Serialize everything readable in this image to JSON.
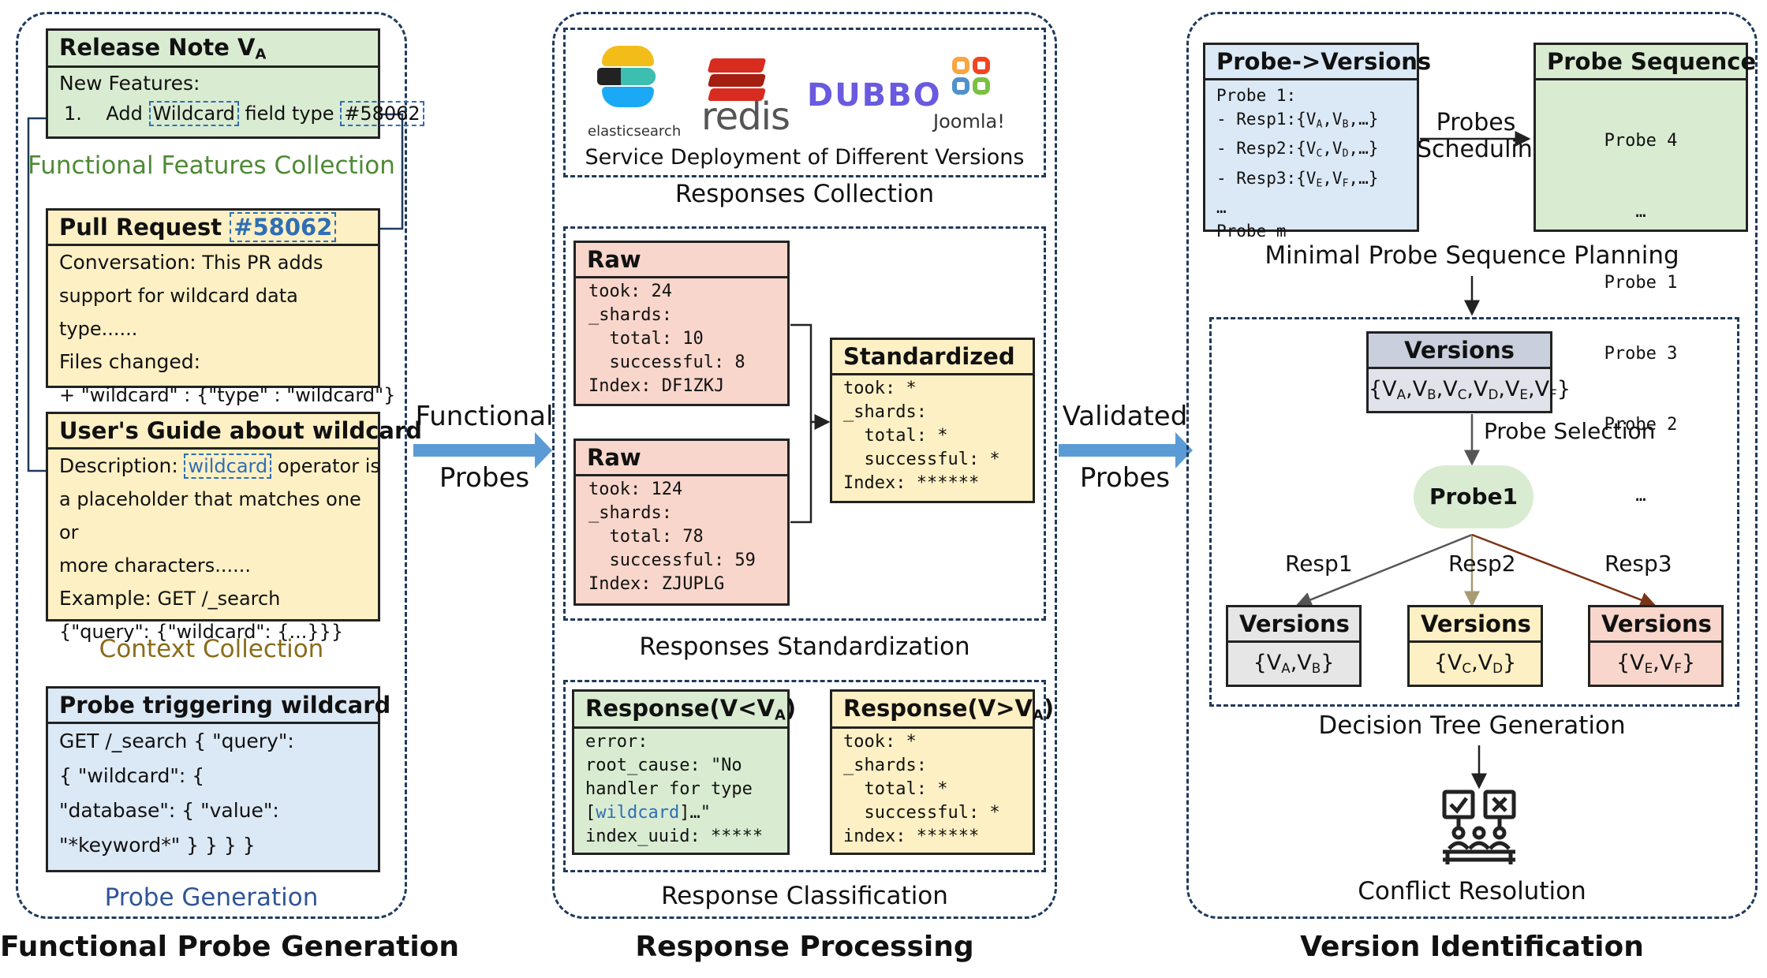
{
  "sections": {
    "left_title": "Functional Probe Generation",
    "mid_title": "Response Processing",
    "right_title": "Version Identification"
  },
  "release_note": {
    "title": "Release Note V",
    "title_sub": "A",
    "line1": "New Features:",
    "item_num": "1.",
    "item_add": "Add",
    "item_hl": "Wildcard",
    "item_rest": "field type",
    "item_pr": "#58062"
  },
  "caption_functional": "Functional Features Collection",
  "pull_request": {
    "title": "Pull Request",
    "pr": "#58062",
    "conv_label": "Conversation:",
    "conv_text": "This PR adds",
    "conv_text2": "support for wildcard data type......",
    "files_label": "Files changed:",
    "files_text": "+ \"wildcard\" : {\"type\" : \"wildcard\"}"
  },
  "user_guide": {
    "title": "User's Guide about wildcard",
    "desc_label": "Description:",
    "desc_hl": "wildcard",
    "desc_text": "operator is",
    "desc_text2": "a placeholder that matches one or",
    "desc_text3": "more characters......",
    "example_label": "Example:",
    "example_text": "GET /_search",
    "example_text2": "{\"query\": {\"wildcard\": {...}}}"
  },
  "caption_context": "Context Collection",
  "probe_box": {
    "title": "Probe triggering wildcard",
    "line1": "GET /_search { \"query\":",
    "line2": "{ \"wildcard\": {",
    "line3": "\"database\": { \"value\":",
    "line4": "\"*keyword*\" } } } }"
  },
  "caption_probe_gen": "Probe Generation",
  "arrow1": {
    "line1": "Functional",
    "line2": "Probes"
  },
  "arrow2": {
    "line1": "Validated",
    "line2": "Probes"
  },
  "logos": {
    "elastic": "elasticsearch",
    "redis": "redis",
    "dubbo": "DUBBO",
    "joomla": "Joomla!"
  },
  "service_caption": "Service Deployment of Different Versions",
  "caption_responses_collection": "Responses Collection",
  "raw1": {
    "title": "Raw",
    "body": "took: 24\n_shards:\n  total: 10\n  successful: 8\nIndex: DF1ZKJ"
  },
  "raw2": {
    "title": "Raw",
    "body": "took: 124\n_shards:\n  total: 78\n  successful: 59\nIndex: ZJUPLG"
  },
  "standardized": {
    "title": "Standardized",
    "body": "took: *\n_shards:\n  total: *\n  successful: *\nIndex: ******"
  },
  "caption_standardization": "Responses Standardization",
  "resp_lt": {
    "title": "Response(V<V",
    "title_sub": "A",
    "title_end": ")",
    "body1": "error:\nroot_cause: \"No\nhandler for type\n[",
    "body_hl": "wildcard",
    "body2": "]…\"\nindex_uuid: *****"
  },
  "resp_gt": {
    "title": "Response(V>V",
    "title_sub": "A",
    "title_end": ")",
    "body": "took: *\n_shards:\n  total: *\n  successful: *\nindex: ******"
  },
  "caption_classification": "Response Classification",
  "probe_versions": {
    "title": "Probe->Versions",
    "l1": "Probe 1:",
    "l2": "- Resp1:{V",
    "l3": "- Resp2:{V",
    "l4": "- Resp3:{V",
    "l5": "…",
    "l6": "Probe m"
  },
  "scheduling": {
    "line1": "Probes",
    "line2": "Scheduling"
  },
  "probe_sequence": {
    "title": "Probe Sequence",
    "items": [
      "Probe 4",
      "…",
      "Probe 1",
      "Probe 3",
      "Probe 2",
      "…"
    ]
  },
  "caption_minimal": "Minimal Probe Sequence Planning",
  "versions_top": {
    "title": "Versions",
    "set": "{VA,VB,VC,VD,VE,VF}"
  },
  "probe_selection": "Probe Selection",
  "probe1": "Probe1",
  "resp_labels": [
    "Resp1",
    "Resp2",
    "Resp3"
  ],
  "versions_leaves": [
    {
      "title": "Versions",
      "set": "{VA,VB}"
    },
    {
      "title": "Versions",
      "set": "{VC,VD}"
    },
    {
      "title": "Versions",
      "set": "{VE,VF}"
    }
  ],
  "caption_decision_tree": "Decision Tree Generation",
  "caption_conflict": "Conflict Resolution",
  "colors": {
    "green": "#d9ecd2",
    "yellow": "#fdf0c4",
    "blue": "#dbe8f5",
    "pink": "#f8d6cb",
    "gray": "#e6e6e6",
    "arrow": "#5b9bd5",
    "link": "#2f6eb5"
  }
}
